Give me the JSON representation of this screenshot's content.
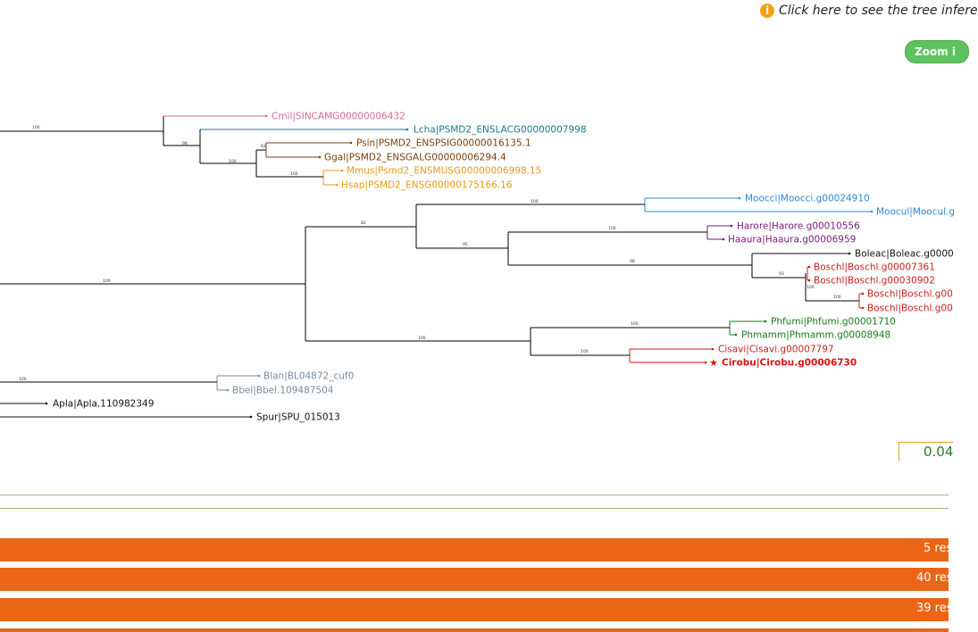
{
  "header": {
    "info_icon_glyph": "i",
    "info_link_text": "Click here to see the tree infere",
    "zoom_button_label": "Zoom i"
  },
  "scale": {
    "label": "0.04"
  },
  "tree": {
    "leaves": [
      {
        "id": "cmil",
        "label": "Cmil|SINCAMG00000006432",
        "color": "#d46a9a"
      },
      {
        "id": "lcha",
        "label": "Lcha|PSMD2_ENSLACG00000007998",
        "color": "#1a7a8a"
      },
      {
        "id": "psin",
        "label": "Psin|PSMD2_ENSPSIG00000016135.1",
        "color": "#7a4010"
      },
      {
        "id": "ggal",
        "label": "Ggal|PSMD2_ENSGALG00000006294.4",
        "color": "#7a4010"
      },
      {
        "id": "mmus",
        "label": "Mmus|Psmd2_ENSMUSG00000006998.15",
        "color": "#e89a1a"
      },
      {
        "id": "hsap",
        "label": "Hsap|PSMD2_ENSG00000175166.16",
        "color": "#e89a1a"
      },
      {
        "id": "moocci",
        "label": "Moocci|Moocci.g00024910",
        "color": "#2a8ad8"
      },
      {
        "id": "moocul",
        "label": "Moocul|Moocul.g",
        "color": "#2a8ad8"
      },
      {
        "id": "harore",
        "label": "Harore|Harore.g00010556",
        "color": "#7a1a7a"
      },
      {
        "id": "haaura",
        "label": "Haaura|Haaura.g00006959",
        "color": "#7a1a7a"
      },
      {
        "id": "boleac",
        "label": "Boleac|Boleac.g0000",
        "color": "#111111"
      },
      {
        "id": "boschl1",
        "label": "Boschl|Boschl.g00007361",
        "color": "#c62020"
      },
      {
        "id": "boschl2",
        "label": "Boschl|Boschl.g00030902",
        "color": "#c62020"
      },
      {
        "id": "boschl3",
        "label": "Boschl|Boschl.g00",
        "color": "#c62020"
      },
      {
        "id": "boschl4",
        "label": "Boschl|Boschl.g00",
        "color": "#c62020"
      },
      {
        "id": "phfumi",
        "label": "Phfumi|Phfumi.g00001710",
        "color": "#1a7a1a"
      },
      {
        "id": "phmamm",
        "label": "Phmamm|Phmamm.g00008948",
        "color": "#1a7a1a"
      },
      {
        "id": "cisavi",
        "label": "Cisavi|Cisavi.g00007797",
        "color": "#c62020"
      },
      {
        "id": "cirobu",
        "label": "Cirobu|Cirobu.g00006730",
        "color": "#e01010",
        "bold": true,
        "star": true
      },
      {
        "id": "blan",
        "label": "Blan|BL04872_cuf0",
        "color": "#7a8a9a"
      },
      {
        "id": "bbel",
        "label": "Bbel|Bbel.109487504",
        "color": "#7a8a9a"
      },
      {
        "id": "apla",
        "label": "Apla|Apla.110982349",
        "color": "#111111"
      },
      {
        "id": "spur",
        "label": "Spur|SPU_015013",
        "color": "#111111"
      }
    ],
    "supports": [
      "100",
      "98",
      "62",
      "100",
      "100",
      "100",
      "82",
      "95",
      "100",
      "100",
      "98",
      "93",
      "100",
      "100",
      "100",
      "100",
      "100",
      "100"
    ]
  },
  "results": [
    {
      "label": "5 res"
    },
    {
      "label": "40 res"
    },
    {
      "label": "39 res"
    }
  ]
}
